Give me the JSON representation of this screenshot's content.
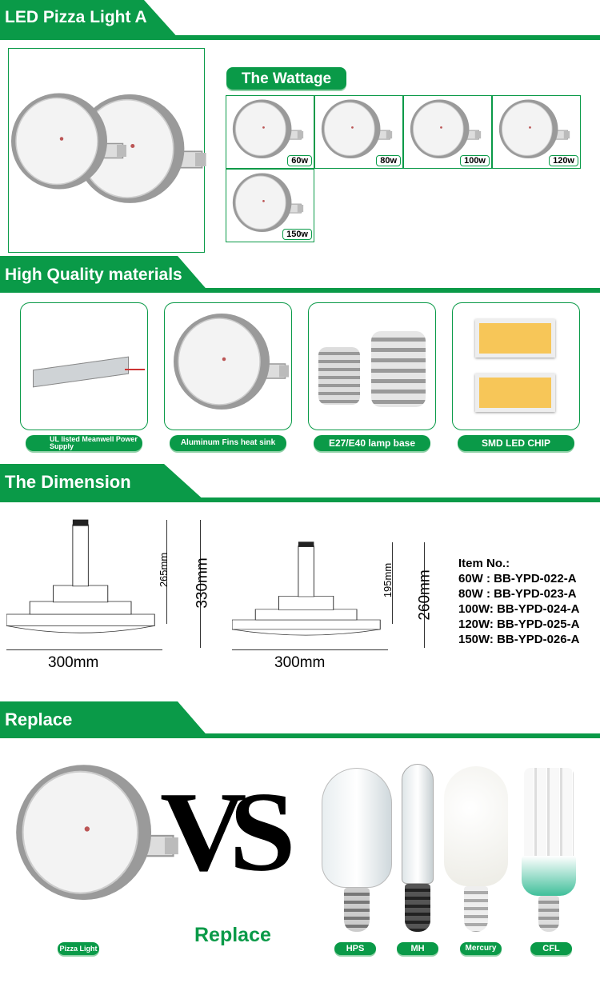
{
  "sections": {
    "title": "LED Pizza Light A",
    "materials": "High Quality materials",
    "dimension": "The Dimension",
    "replace": "Replace"
  },
  "wattage": {
    "title": "The Wattage",
    "options": [
      "60w",
      "80w",
      "100w",
      "120w",
      "150w"
    ]
  },
  "materials": [
    "UL listed Meanwell Power Supply",
    "Aluminum Fins heat sink",
    "E27/E40 lamp base",
    "SMD LED CHIP"
  ],
  "dimension": {
    "left": {
      "width": "300mm",
      "inner_height": "265mm",
      "height": "330mm"
    },
    "right": {
      "width": "300mm",
      "inner_height": "195mm",
      "height": "260mm"
    },
    "items_title": "Item No.:",
    "items": [
      "60W : BB-YPD-022-A",
      "80W : BB-YPD-023-A",
      "100W: BB-YPD-024-A",
      "120W: BB-YPD-025-A",
      "150W: BB-YPD-026-A"
    ]
  },
  "replace": {
    "vs": "VS",
    "label": "Replace",
    "pizza": "Pizza Light",
    "bulbs": [
      "HPS",
      "MH",
      "Mercury",
      "CFL"
    ]
  },
  "colors": {
    "brand_green": "#0a9a48"
  }
}
